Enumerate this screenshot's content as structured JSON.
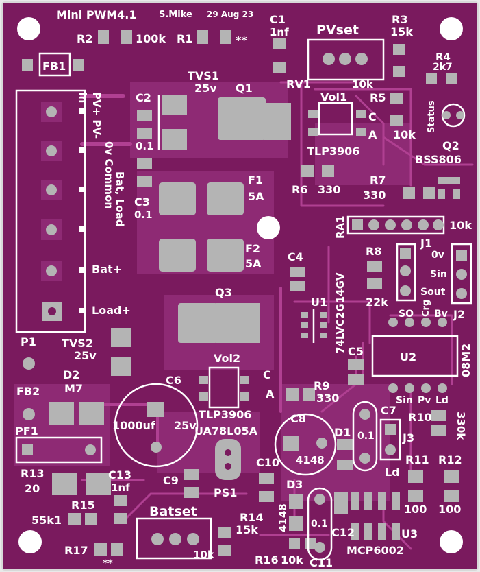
{
  "board": {
    "title": "Mini PWM4.1",
    "author": "S.Mike",
    "date": "29 Aug 23",
    "colors": {
      "background": "#e9e9e9",
      "board": "#7a1a5e",
      "copper": "#8e2a74",
      "trace": "#b04092",
      "pad": "#b4b4b4",
      "silk": "#ffffff"
    }
  },
  "labels": {
    "R2": "R2",
    "r2v": "100k",
    "R1": "R1",
    "r1v": "**",
    "C1": "C1",
    "c1v": "1nf",
    "PVset": "PVset",
    "R3": "R3",
    "r3v": "15k",
    "FB1": "FB1",
    "R4": "R4",
    "r4v": "2k7",
    "TVS1": "TVS1",
    "tvs1v": "25v",
    "Q1": "Q1",
    "RV1": "RV1",
    "rv1v": "10k",
    "C2": "C2",
    "c2v": "0.1",
    "Vol1": "Vol1",
    "volC": "C",
    "volA": "A",
    "R5": "R5",
    "r5v": "10k",
    "status": "Status",
    "Q2": "Q2",
    "q2v": "BSS806",
    "tlp1": "TLP3906",
    "R6": "R6",
    "r6v": "330",
    "R7": "R7",
    "r7v": "330",
    "p1a": "PV+ PV-",
    "p1a2": "In",
    "p1b": "0v Common",
    "p1c": "Bat, Load",
    "F1": "F1",
    "f1v": "5A",
    "C3": "C3",
    "c3v": "0.1",
    "RA1": "RA1",
    "ra1v": "10k",
    "F2": "F2",
    "f2v": "5A",
    "C4": "C4",
    "J1": "J1",
    "j0v": "0v",
    "jSin": "Sin",
    "jSout": "Sout",
    "R8": "R8",
    "r8v": "22k",
    "batp": "Bat+",
    "u1v": "74LVC2G14GV",
    "U1": "U1",
    "Q3": "Q3",
    "SO": "SO",
    "Crg": "Crg",
    "Bv": "Bv",
    "J2": "J2",
    "loadp": "Load+",
    "P1": "P1",
    "TVS2": "TVS2",
    "tvs2v": "25v",
    "C5": "C5",
    "U2": "U2",
    "u2v": "08M2",
    "Vol2": "Vol2",
    "vol2C": "C",
    "vol2A": "A",
    "D2": "D2",
    "d2v": "M7",
    "FB2": "FB2",
    "C6": "C6",
    "c6v": "1000uf",
    "c6v2": "25v",
    "R9": "R9",
    "r9v": "330",
    "Sin": "Sin",
    "Pv": "Pv",
    "Ld": "Ld",
    "tlp2": "TLP3906",
    "C8": "C8",
    "c8v": "4148",
    "C7": "C7",
    "R10": "R10",
    "r10v": "330k",
    "PF1": "PF1",
    "ua": "UA78L05A",
    "D1": "D1",
    "c7v": "0.1",
    "J3": "J3",
    "ld2": "Ld",
    "R13": "R13",
    "r13v": "20",
    "C13": "C13",
    "c13v": "1nf",
    "C9": "C9",
    "C10": "C10",
    "R11": "R11",
    "R12": "R12",
    "PS1": "PS1",
    "D3": "D3",
    "R15": "R15",
    "r15v": "55k1",
    "Batset": "Batset",
    "R14": "R14",
    "r14v": "15k",
    "d3v": "4148",
    "c11v": "0.1",
    "C12": "C12",
    "r11v": "100",
    "r12v": "100",
    "R17": "R17",
    "r17v": "**",
    "batset10k": "10k",
    "R16": "R16",
    "r16v": "10k",
    "C11": "C11",
    "U3": "U3",
    "u3v": "MCP6002"
  }
}
